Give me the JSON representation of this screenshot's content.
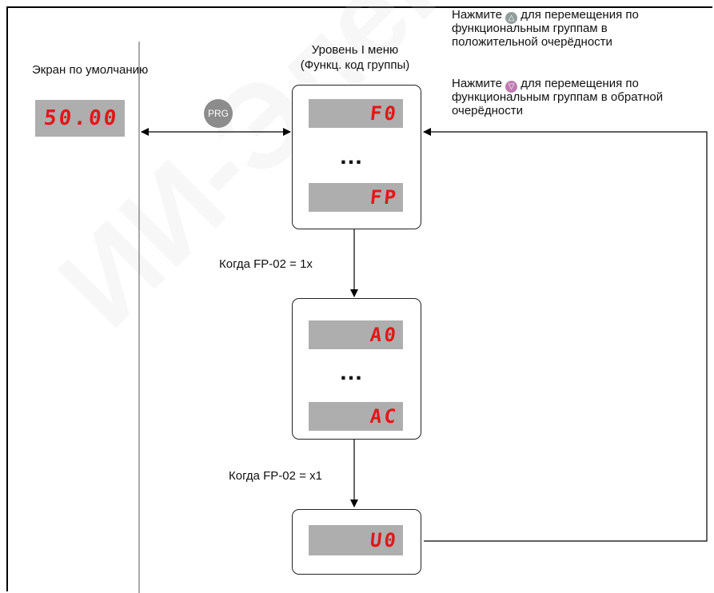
{
  "default_screen": {
    "label": "Экран по умолчанию",
    "display": "50.00"
  },
  "menu_level": {
    "title_line1": "Уровень I меню",
    "title_line2": "(Функц. код группы)"
  },
  "prg_button": {
    "label": "PRG"
  },
  "instructions": {
    "up_pre": "Нажмите",
    "up_line1": "для перемещения по",
    "up_line2": "функциональным группам в",
    "up_line3": "положительной очерёдности",
    "down_pre": "Нажмите",
    "down_line1": "для перемещения по",
    "down_line2": "функциональным группам в обратной",
    "down_line3": "очерёдности"
  },
  "group_f": {
    "first": "F0",
    "last": "FP",
    "ellipsis": "…"
  },
  "condition_1": "Когда FP-02 = 1x",
  "group_a": {
    "first": "A0",
    "last": "AC",
    "ellipsis": "…"
  },
  "condition_2": "Когда FP-02 = x1",
  "group_u": {
    "first": "U0"
  },
  "watermark": "ИИ-Электро",
  "icons": {
    "up": "triangle-up-icon",
    "down": "triangle-down-icon"
  },
  "colors": {
    "lcd_bg": "#aeaeae",
    "lcd_digits": "#e01818",
    "prg": "#8c8c8c"
  }
}
